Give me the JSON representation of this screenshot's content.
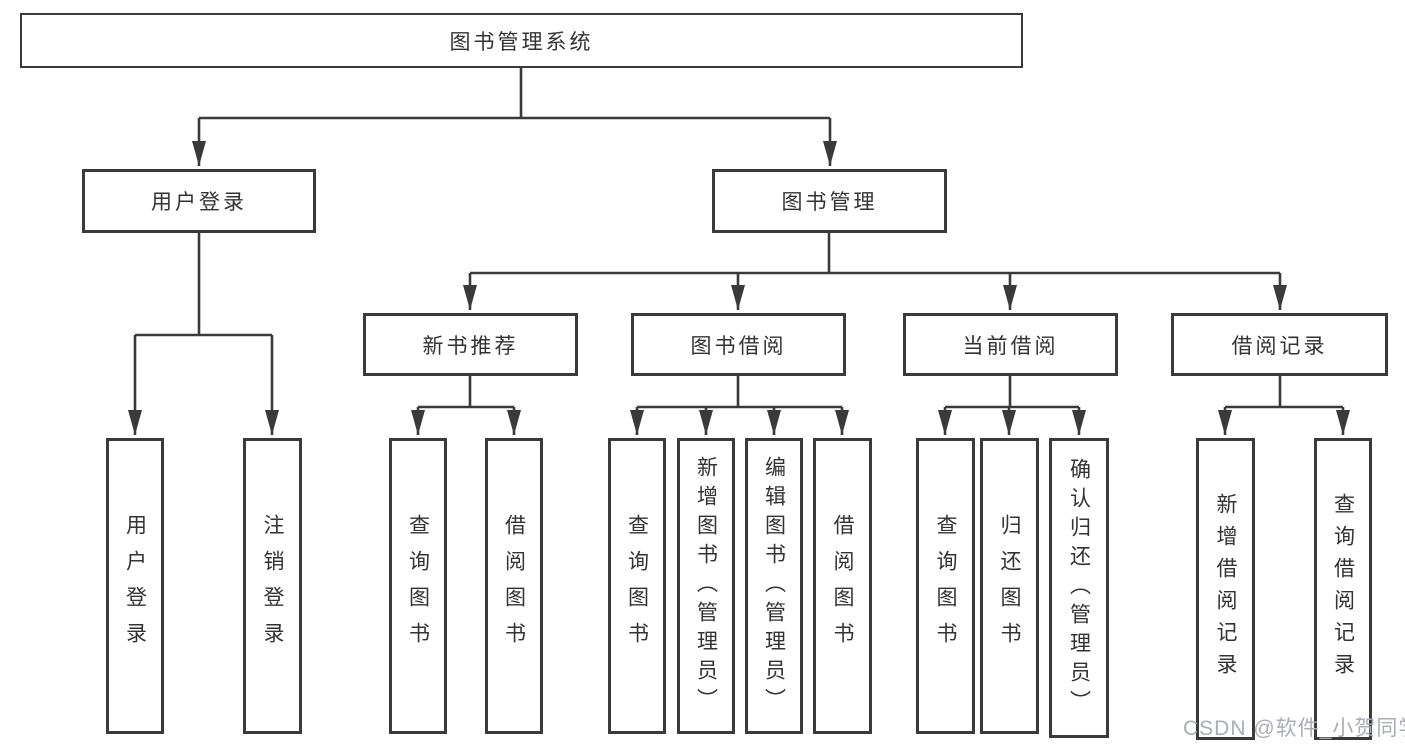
{
  "palette": {
    "line": "#3a3a3a",
    "box_border": "#3a3a3a",
    "box_fill": "#ffffff",
    "text": "#333333",
    "watermark": "#a9aeb4",
    "background": "#ffffff"
  },
  "nodes": {
    "root": {
      "label": "图书管理系统"
    },
    "user_login": {
      "label": "用户登录"
    },
    "book_mgmt": {
      "label": "图书管理"
    },
    "new_book_rec": {
      "label": "新书推荐"
    },
    "book_borrow": {
      "label": "图书借阅"
    },
    "current_borrow": {
      "label": "当前借阅"
    },
    "borrow_record": {
      "label": "借阅记录"
    },
    "ul_login": {
      "label": "用户登录"
    },
    "ul_logout": {
      "label": "注销登录"
    },
    "nb_query": {
      "label": "查询图书"
    },
    "nb_borrow": {
      "label": "借阅图书"
    },
    "bb_query": {
      "label": "查询图书"
    },
    "bb_add": {
      "label": "新增图书（管理员）"
    },
    "bb_edit": {
      "label": "编辑图书（管理员）"
    },
    "bb_borrow": {
      "label": "借阅图书"
    },
    "cb_query": {
      "label": "查询图书"
    },
    "cb_return": {
      "label": "归还图书"
    },
    "cb_confirm": {
      "label": "确认归还（管理员）"
    },
    "br_add": {
      "label": "新增借阅记录"
    },
    "br_query": {
      "label": "查询借阅记录"
    }
  },
  "edges": [
    [
      "root",
      "user_login"
    ],
    [
      "root",
      "book_mgmt"
    ],
    [
      "user_login",
      "ul_login"
    ],
    [
      "user_login",
      "ul_logout"
    ],
    [
      "book_mgmt",
      "new_book_rec"
    ],
    [
      "book_mgmt",
      "book_borrow"
    ],
    [
      "book_mgmt",
      "current_borrow"
    ],
    [
      "book_mgmt",
      "borrow_record"
    ],
    [
      "new_book_rec",
      "nb_query"
    ],
    [
      "new_book_rec",
      "nb_borrow"
    ],
    [
      "book_borrow",
      "bb_query"
    ],
    [
      "book_borrow",
      "bb_add"
    ],
    [
      "book_borrow",
      "bb_edit"
    ],
    [
      "book_borrow",
      "bb_borrow"
    ],
    [
      "current_borrow",
      "cb_query"
    ],
    [
      "current_borrow",
      "cb_return"
    ],
    [
      "current_borrow",
      "cb_confirm"
    ],
    [
      "borrow_record",
      "br_add"
    ],
    [
      "borrow_record",
      "br_query"
    ]
  ],
  "watermark": {
    "text": "CSDN @软件_小贺同学"
  }
}
